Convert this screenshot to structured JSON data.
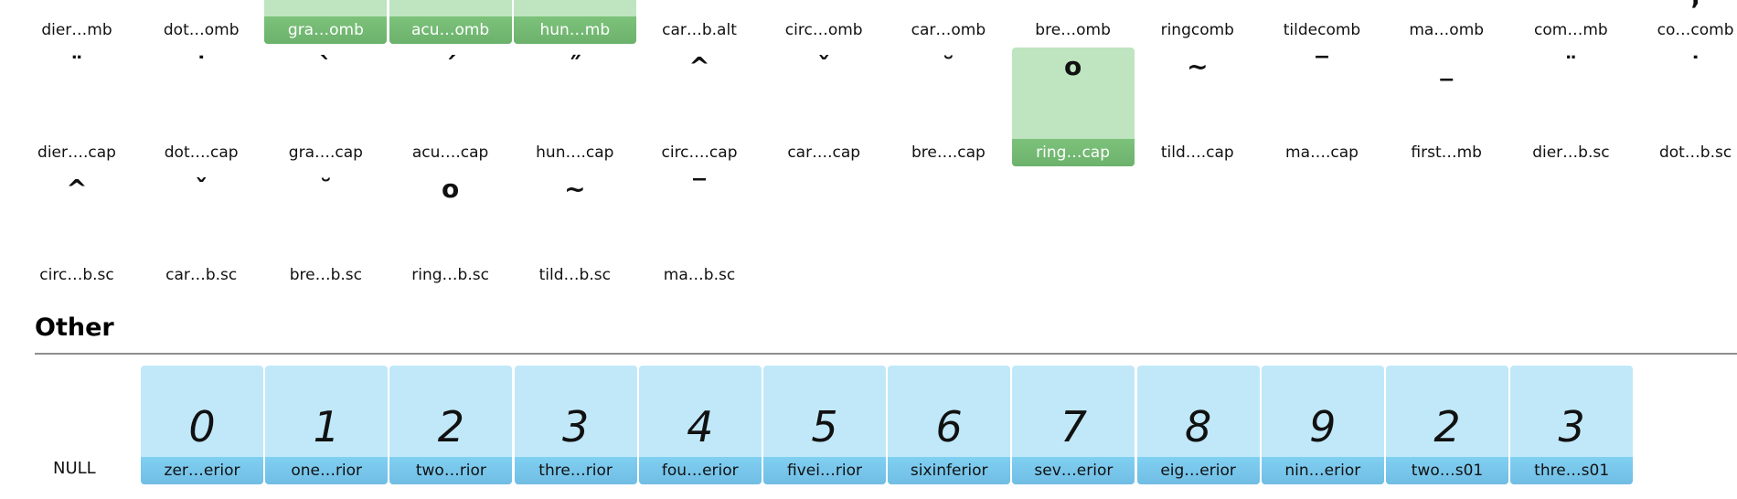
{
  "colors": {
    "selected_bg": "#bfe4c0",
    "selected_band": "#72b872",
    "other_bg": "#c1e8f9",
    "other_band": "#78c6ec"
  },
  "mark_rows": [
    [
      {
        "label": "dier…mb"
      },
      {
        "label": "dot…omb"
      },
      {
        "label": "gra…omb",
        "selected": true
      },
      {
        "label": "acu…omb",
        "selected": true
      },
      {
        "label": "hun…mb",
        "selected": true
      },
      {
        "label": "car…b.alt"
      },
      {
        "label": "circ…omb"
      },
      {
        "label": "car…omb"
      },
      {
        "label": "bre…omb"
      },
      {
        "label": "ringcomb"
      },
      {
        "label": "tildecomb"
      },
      {
        "label": "ma…omb"
      },
      {
        "label": "com…mb"
      },
      {
        "label": "co…comb",
        "glyph": "’"
      }
    ],
    [
      {
        "label": "dier….cap",
        "glyph": "¨"
      },
      {
        "label": "dot….cap",
        "glyph": "˙"
      },
      {
        "label": "gra….cap",
        "glyph": "ˋ"
      },
      {
        "label": "acu….cap",
        "glyph": "ˊ"
      },
      {
        "label": "hun….cap",
        "glyph": "˝"
      },
      {
        "label": "circ….cap",
        "glyph": "^"
      },
      {
        "label": "car….cap",
        "glyph": "ˇ"
      },
      {
        "label": "bre….cap",
        "glyph": "˘"
      },
      {
        "label": "ring…cap",
        "glyph": "o",
        "selected": true
      },
      {
        "label": "tild….cap",
        "glyph": "~"
      },
      {
        "label": "ma….cap",
        "glyph": "‾"
      },
      {
        "label": "first…mb",
        "glyph": "_"
      },
      {
        "label": "dier…b.sc",
        "glyph": "¨"
      },
      {
        "label": "dot…b.sc",
        "glyph": "˙"
      }
    ],
    [
      {
        "label": "circ…b.sc",
        "glyph": "^"
      },
      {
        "label": "car…b.sc",
        "glyph": "ˇ"
      },
      {
        "label": "bre…b.sc",
        "glyph": "˘"
      },
      {
        "label": "ring…b.sc",
        "glyph": "o"
      },
      {
        "label": "tild…b.sc",
        "glyph": "~"
      },
      {
        "label": "ma…b.sc",
        "glyph": "‾"
      }
    ]
  ],
  "other": {
    "title": "Other",
    "null_label": "NULL",
    "cells": [
      {
        "glyph": "0",
        "label": "zer…erior"
      },
      {
        "glyph": "1",
        "label": "one…rior"
      },
      {
        "glyph": "2",
        "label": "two…rior"
      },
      {
        "glyph": "3",
        "label": "thre…rior"
      },
      {
        "glyph": "4",
        "label": "fou…erior"
      },
      {
        "glyph": "5",
        "label": "fivei…rior"
      },
      {
        "glyph": "6",
        "label": "sixinferior"
      },
      {
        "glyph": "7",
        "label": "sev…erior"
      },
      {
        "glyph": "8",
        "label": "eig…erior"
      },
      {
        "glyph": "9",
        "label": "nin…erior"
      },
      {
        "glyph": "2",
        "label": "two…s01"
      },
      {
        "glyph": "3",
        "label": "thre…s01"
      }
    ]
  }
}
